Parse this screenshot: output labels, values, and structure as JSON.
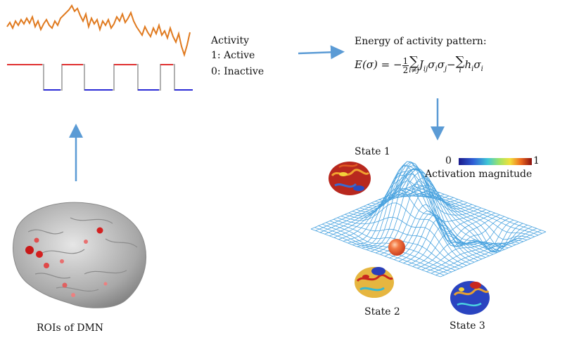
{
  "activity": {
    "title": "Activity",
    "active": "1: Active",
    "inactive": "0: Inactive"
  },
  "energy": {
    "title": "Energy of activity pattern:",
    "lhs": "E(σ) = −",
    "frac_num": "1",
    "frac_den": "2",
    "sum1_sub": "i≠j",
    "term1": "J",
    "term1_sub": "ij",
    "term1_rest": "σ",
    "term1_rest_sub_i": "i",
    "term1_rest2": "σ",
    "term1_rest_sub_j": "j",
    "minus": "−",
    "sum2_sub": "i",
    "term2": "h",
    "term2_sub": "i",
    "term2_rest": "σ",
    "term2_rest_sub": "i"
  },
  "colorbar": {
    "min_label": "0",
    "max_label": "1",
    "caption": "Activation magnitude"
  },
  "states": {
    "state1": "State 1",
    "state2": "State 2",
    "state3": "State 3"
  },
  "brain_caption": "ROIs of DMN",
  "colors": {
    "signal": "#e07a1f",
    "active": "#e03030",
    "inactive": "#2a2ad6",
    "transition": "#b0b0b0",
    "arrow": "#5b9bd5",
    "mesh": "#4aa3df",
    "ball": "#e8502a"
  }
}
